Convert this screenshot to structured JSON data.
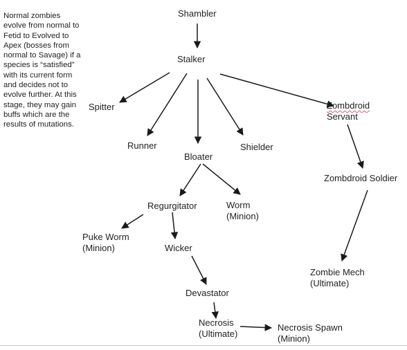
{
  "note": "Normal zombies evolve from normal to Fetid to Evolved to Apex (bosses from normal to Savage) if a species is “satisfied” with its current form and decides not to evolve further. At this stage, they may gain buffs which are the results of mutations.",
  "nodes": {
    "shambler": {
      "line1": "Shambler"
    },
    "stalker": {
      "line1": "Stalker"
    },
    "spitter": {
      "line1": "Spitter"
    },
    "runner": {
      "line1": "Runner"
    },
    "bloater": {
      "line1": "Bloater"
    },
    "shielder": {
      "line1": "Shielder"
    },
    "zombdroid_servant": {
      "line1": "Zombdroid",
      "line2": "Servant"
    },
    "zombdroid_soldier": {
      "line1": "Zombdroid Soldier"
    },
    "regurgitator": {
      "line1": "Regurgitator"
    },
    "worm": {
      "line1": "Worm",
      "line2": "(Minion)"
    },
    "puke_worm": {
      "line1": "Puke Worm",
      "line2": "(Minion)"
    },
    "wicker": {
      "line1": "Wicker"
    },
    "zombie_mech": {
      "line1": "Zombie Mech",
      "line2": "(Ultimate)"
    },
    "devastator": {
      "line1": "Devastator"
    },
    "necrosis": {
      "line1": "Necrosis",
      "line2": "(Ultimate)"
    },
    "necrosis_spawn": {
      "line1": "Necrosis Spawn",
      "line2": "(Minion)"
    }
  },
  "edges": [
    [
      "shambler",
      "stalker"
    ],
    [
      "stalker",
      "spitter"
    ],
    [
      "stalker",
      "runner"
    ],
    [
      "stalker",
      "bloater"
    ],
    [
      "stalker",
      "shielder"
    ],
    [
      "stalker",
      "zombdroid_servant"
    ],
    [
      "zombdroid_servant",
      "zombdroid_soldier"
    ],
    [
      "zombdroid_soldier",
      "zombie_mech"
    ],
    [
      "bloater",
      "regurgitator"
    ],
    [
      "bloater",
      "worm"
    ],
    [
      "regurgitator",
      "puke_worm"
    ],
    [
      "regurgitator",
      "wicker"
    ],
    [
      "wicker",
      "devastator"
    ],
    [
      "devastator",
      "necrosis"
    ],
    [
      "necrosis",
      "necrosis_spawn"
    ]
  ],
  "colors": {
    "text": "#222222",
    "arrow": "#1a1a1a",
    "spellcheck": "#e06060"
  }
}
